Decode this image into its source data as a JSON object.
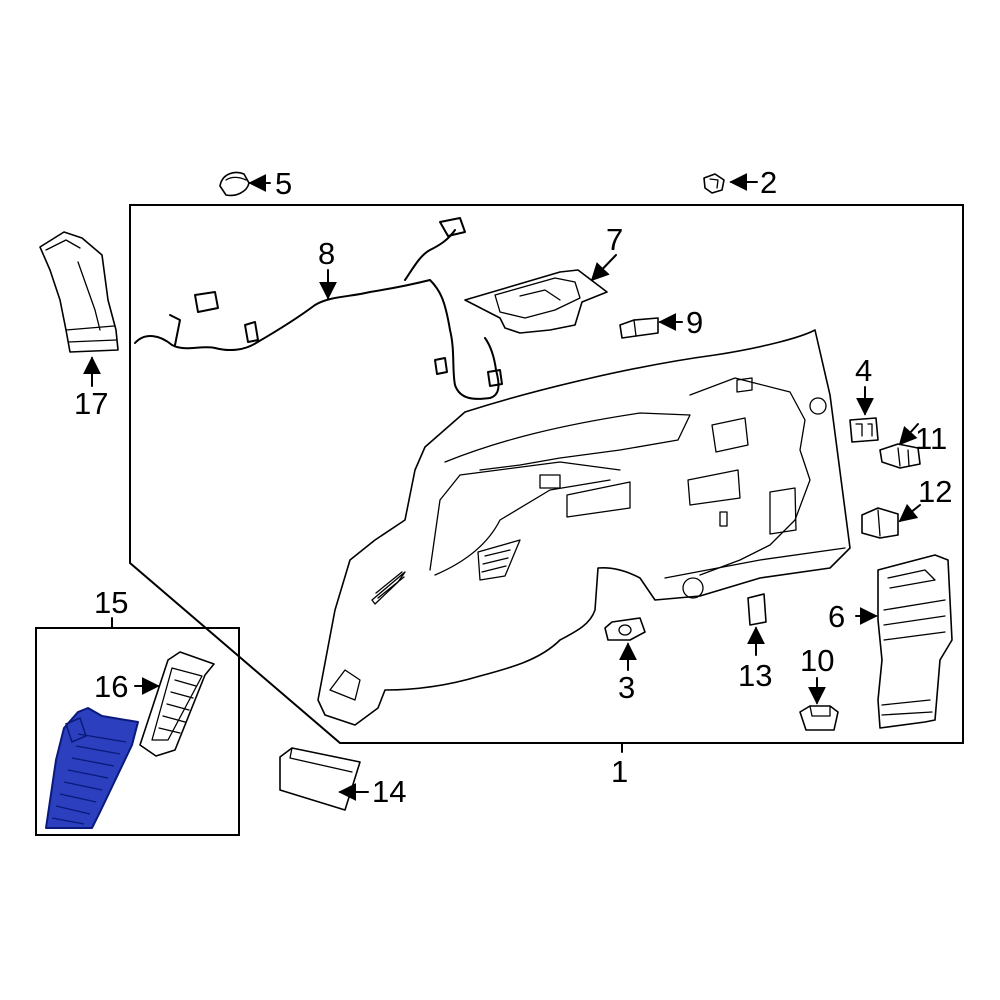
{
  "diagram": {
    "callouts": {
      "c1": "1",
      "c2": "2",
      "c3": "3",
      "c4": "4",
      "c5": "5",
      "c6": "6",
      "c7": "7",
      "c8": "8",
      "c9": "9",
      "c10": "10",
      "c11": "11",
      "c12": "12",
      "c13": "13",
      "c14": "14",
      "c15": "15",
      "c16": "16",
      "c17": "17"
    },
    "colors": {
      "line": "#000000",
      "background": "#ffffff",
      "highlight_fill": "#2b3fbf",
      "highlight_stroke": "#0a1a7a"
    },
    "highlighted_part": "16"
  }
}
